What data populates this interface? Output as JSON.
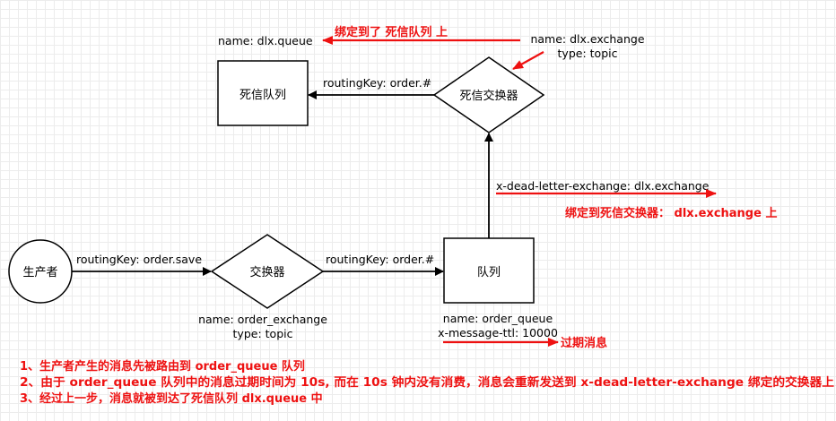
{
  "nodes": {
    "producer": "生产者",
    "exchange": "交换器",
    "queue": "队列",
    "dlx_exchange": "死信交换器",
    "dead_queue": "死信队列"
  },
  "edge_labels": {
    "producer_to_exchange": "routingKey: order.save",
    "exchange_to_queue": "routingKey: order.#",
    "queue_to_dlx": "x-dead-letter-exchange: dlx.exchange",
    "dlx_to_dead_queue": "routingKey: order.#"
  },
  "attributes": {
    "exchange_name": "name: order_exchange",
    "exchange_type": "type: topic",
    "queue_name": "name: order_queue",
    "queue_ttl": "x-message-ttl: 10000",
    "dlx_name": "name: dlx.exchange",
    "dlx_type": "type: topic",
    "dead_queue_name": "name: dlx.queue"
  },
  "annotations": {
    "bound_dead_queue": "绑定到了 死信队列 上",
    "bound_dlx": "绑定到死信交换器： dlx.exchange 上",
    "expired": "过期消息"
  },
  "notes": [
    "1、生产者产生的消息先被路由到  order_queue 队列",
    "2、由于 order_queue 队列中的消息过期时间为 10s, 而在 10s 钟内没有消费，消息会重新发送到 x-dead-letter-exchange 绑定的交换器上",
    "3、经过上一步，消息就被到达了死信队列 dlx.queue 中"
  ],
  "colors": {
    "annotation": "#ee1111",
    "stroke": "#000000"
  }
}
